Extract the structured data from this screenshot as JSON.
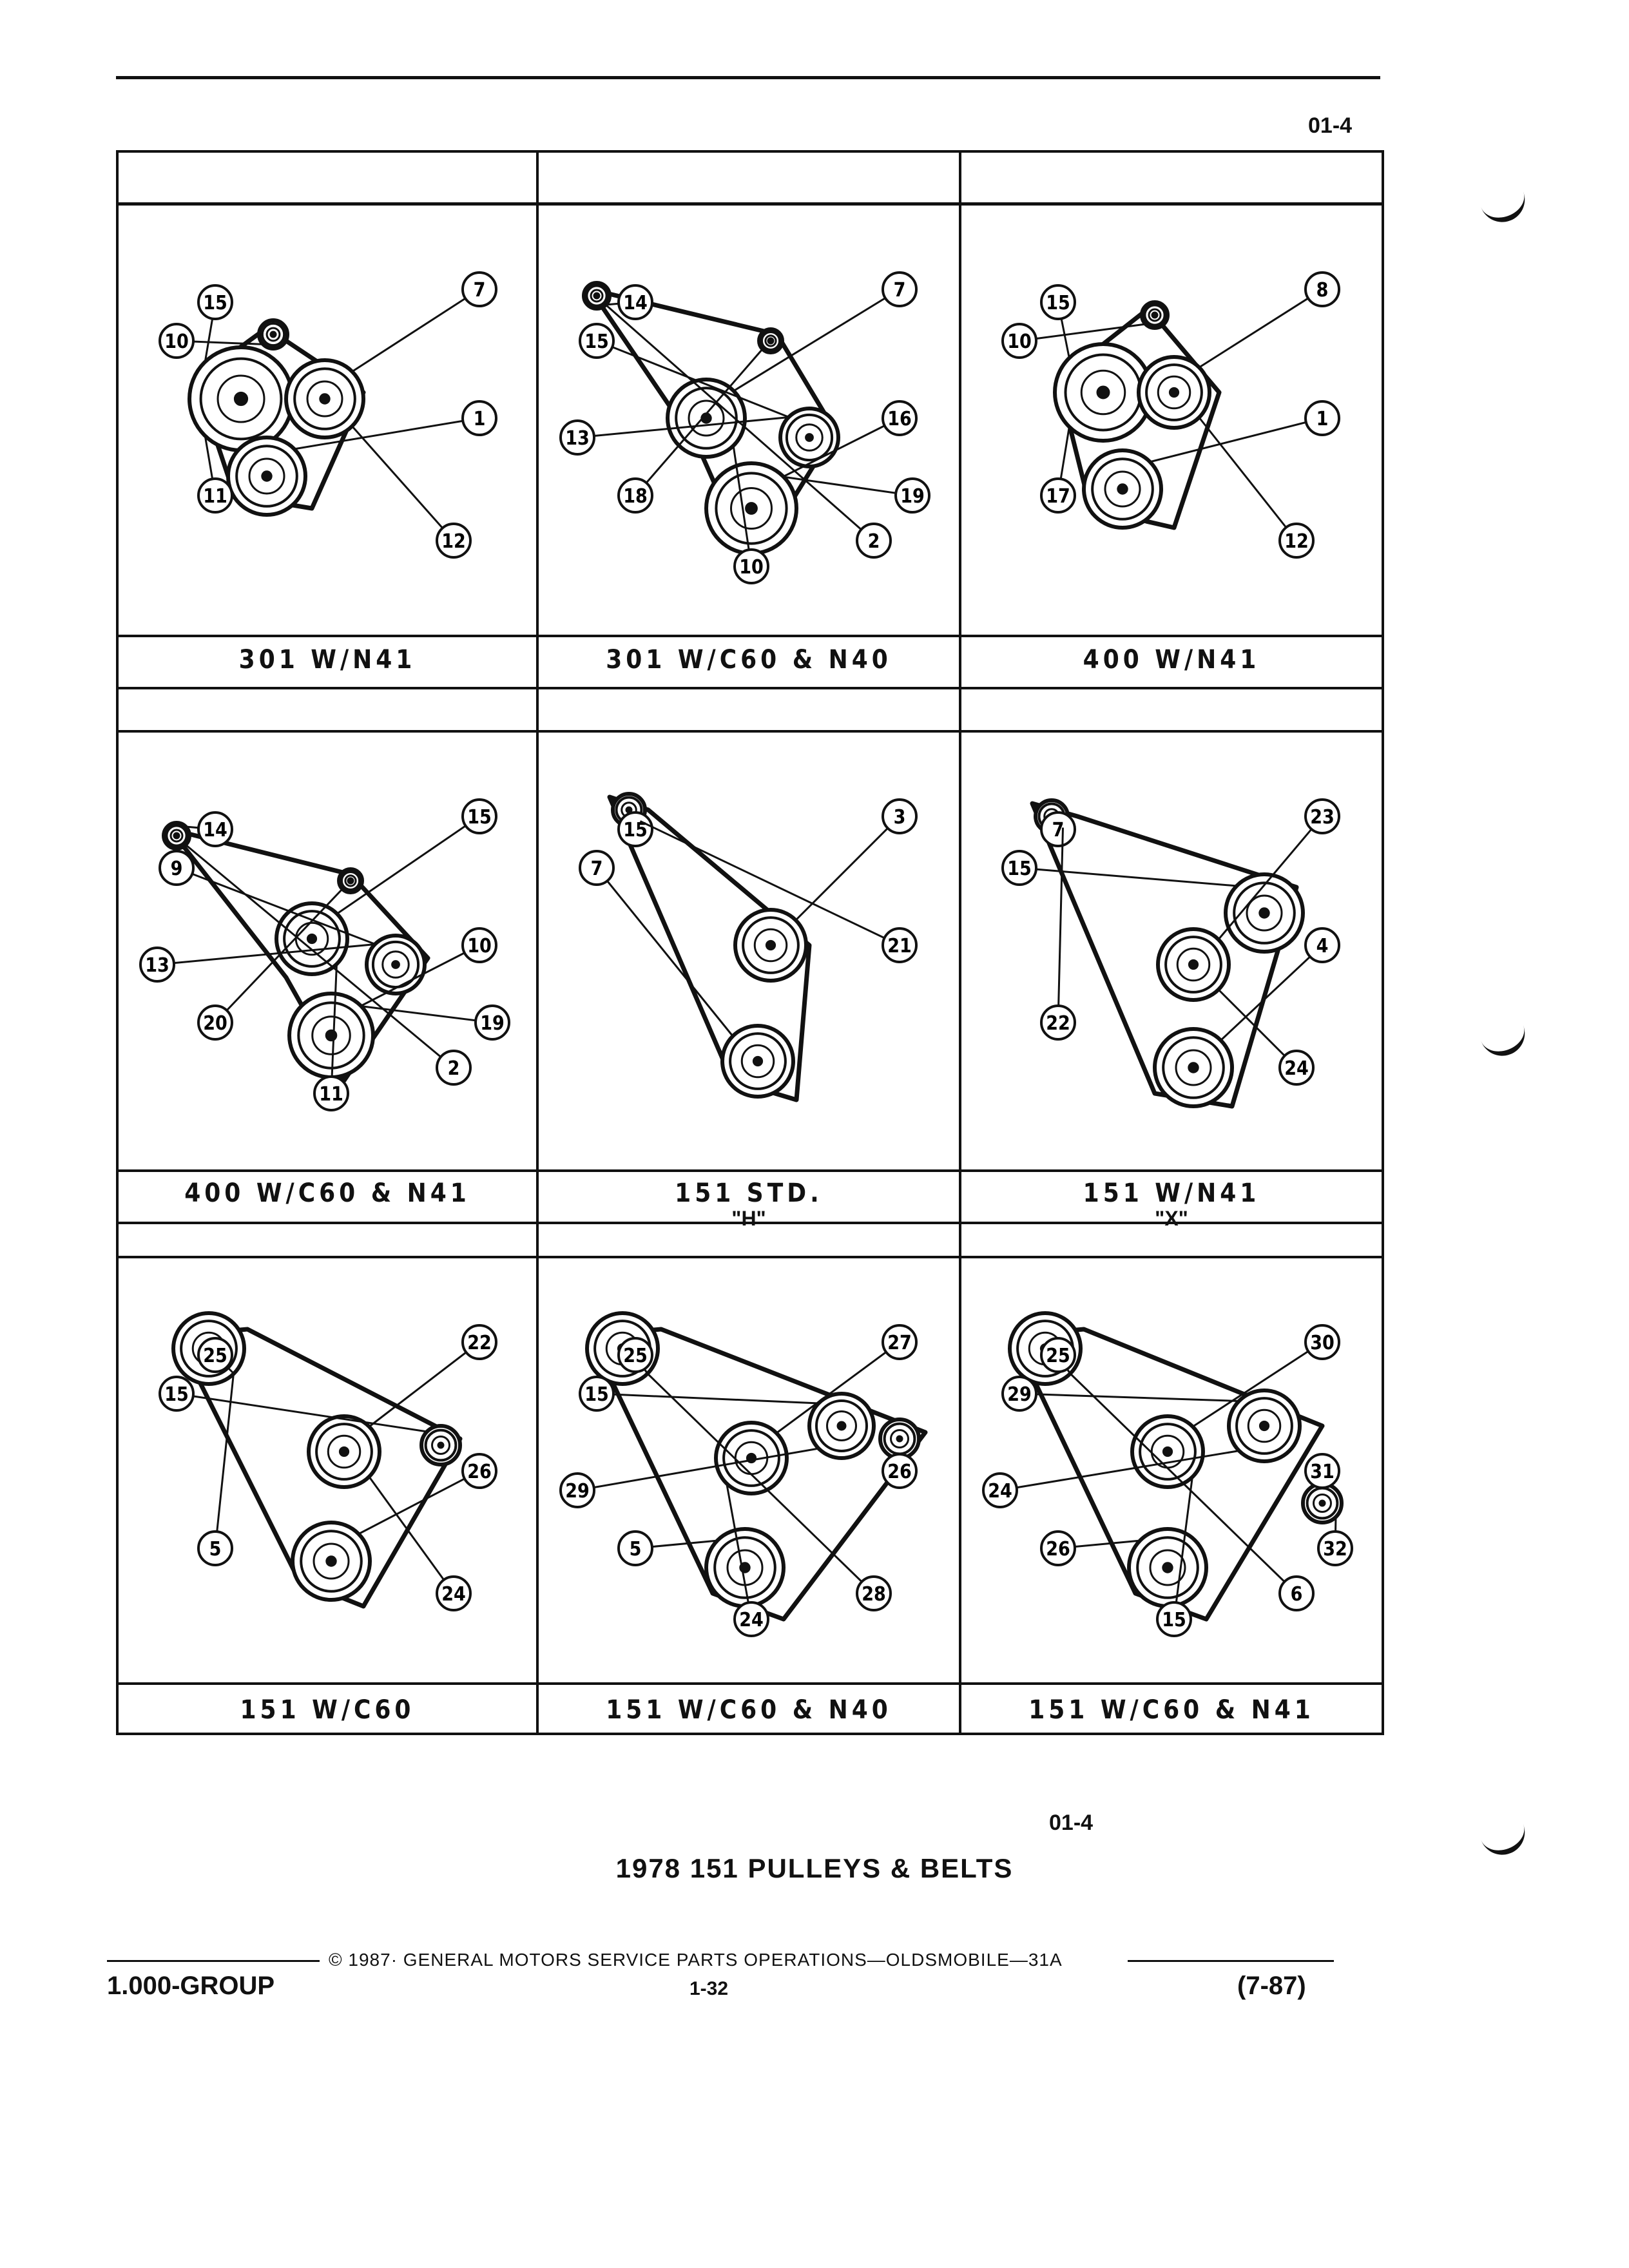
{
  "header": {
    "page_code": "01-4"
  },
  "panels": [
    {
      "caption": "301 W/N41",
      "sub": "",
      "callouts": [
        "15",
        "7",
        "10",
        "1",
        "11",
        "12"
      ]
    },
    {
      "caption": "301 W/C60 & N40",
      "sub": "",
      "callouts": [
        "14",
        "7",
        "15",
        "16",
        "18",
        "2",
        "10",
        "13",
        "19"
      ]
    },
    {
      "caption": "400 W/N41",
      "sub": "",
      "callouts": [
        "15",
        "8",
        "10",
        "1",
        "17",
        "12"
      ]
    },
    {
      "caption": "400 W/C60 & N41",
      "sub": "",
      "callouts": [
        "14",
        "15",
        "9",
        "10",
        "20",
        "2",
        "11",
        "13",
        "19"
      ]
    },
    {
      "caption": "151 STD.",
      "sub": "\"H\"",
      "callouts": [
        "15",
        "3",
        "7",
        "21"
      ]
    },
    {
      "caption": "151 W/N41",
      "sub": "\"X\"",
      "callouts": [
        "7",
        "23",
        "15",
        "4",
        "22",
        "24"
      ]
    },
    {
      "caption": "151 W/C60",
      "sub": "",
      "callouts": [
        "25",
        "22",
        "15",
        "26",
        "5",
        "24"
      ]
    },
    {
      "caption": "151 W/C60 & N40",
      "sub": "",
      "callouts": [
        "25",
        "27",
        "15",
        "26",
        "5",
        "28",
        "24",
        "29"
      ]
    },
    {
      "caption": "151 W/C60 & N41",
      "sub": "",
      "callouts": [
        "25",
        "30",
        "29",
        "31",
        "26",
        "6",
        "15",
        "24",
        "32"
      ]
    }
  ],
  "figure_code": "01-4",
  "title": "1978 151 PULLEYS & BELTS",
  "footer": {
    "copyright": "© 1987· GENERAL MOTORS SERVICE PARTS OPERATIONS—OLDSMOBILE—31A",
    "group": "1.000-GROUP",
    "page": "1-32",
    "date": "(7-87)"
  }
}
